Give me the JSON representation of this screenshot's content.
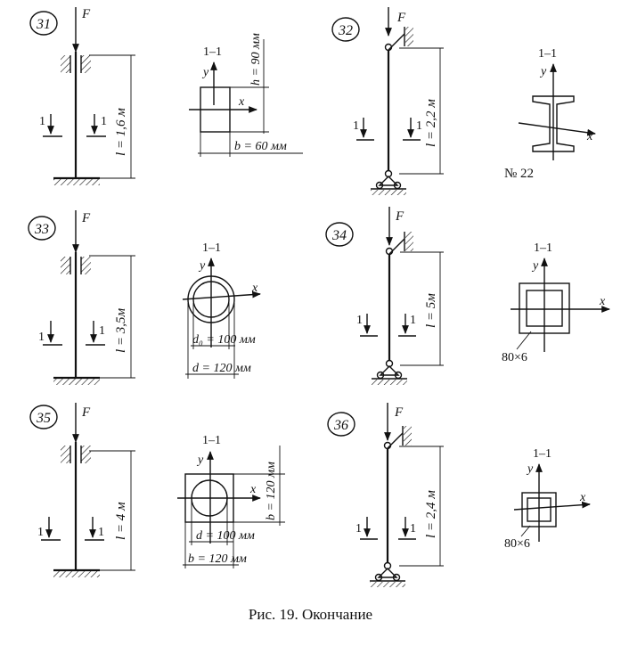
{
  "caption": "Рис. 19. Окончание",
  "force_label": "F",
  "section_mark": "1",
  "axis_x": "x",
  "axis_y": "y",
  "panels": [
    {
      "number": "31",
      "length": "l = 1,6 м",
      "section_title": "1–1",
      "dims": [
        "h = 90 мм",
        "b = 60 мм"
      ]
    },
    {
      "number": "32",
      "length": "l = 2,2 м",
      "section_title": "1–1",
      "dims": [
        "№ 22"
      ]
    },
    {
      "number": "33",
      "length": "l = 3,5м",
      "section_title": "1–1",
      "dims": [
        "d₀ = 100 мм",
        "d = 120 мм"
      ]
    },
    {
      "number": "34",
      "length": "l = 5м",
      "section_title": "1–1",
      "dims": [
        "80×6"
      ]
    },
    {
      "number": "35",
      "length": "l = 4 м",
      "section_title": "1–1",
      "dims": [
        "b = 120 мм",
        "d = 100 мм",
        "b = 120 мм"
      ]
    },
    {
      "number": "36",
      "length": "l = 2,4 м",
      "section_title": "1–1",
      "dims": [
        "80×6"
      ]
    }
  ]
}
